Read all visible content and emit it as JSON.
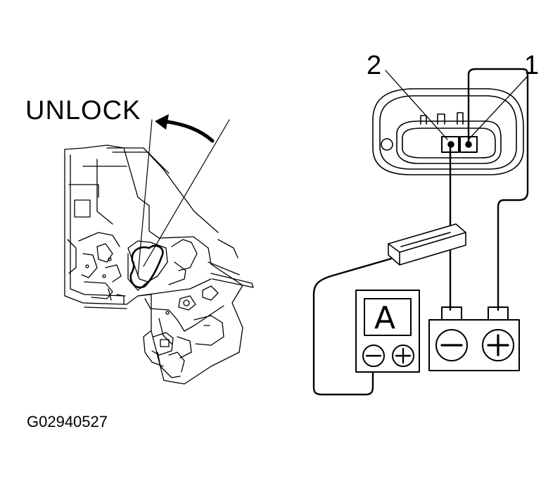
{
  "figure": {
    "unlock_label": "UNLOCK",
    "pin_labels": {
      "pin2": "2",
      "pin1": "1"
    },
    "ammeter_label": "A",
    "figure_id": "G02940527"
  },
  "icons": {
    "ammeter": "ammeter-icon",
    "battery": "battery-icon",
    "negative_terminal": "minus-terminal-icon",
    "positive_terminal": "plus-terminal-icon",
    "current_clamp": "current-clamp-icon"
  },
  "colors": {
    "ink": "#000000",
    "background": "#ffffff"
  }
}
